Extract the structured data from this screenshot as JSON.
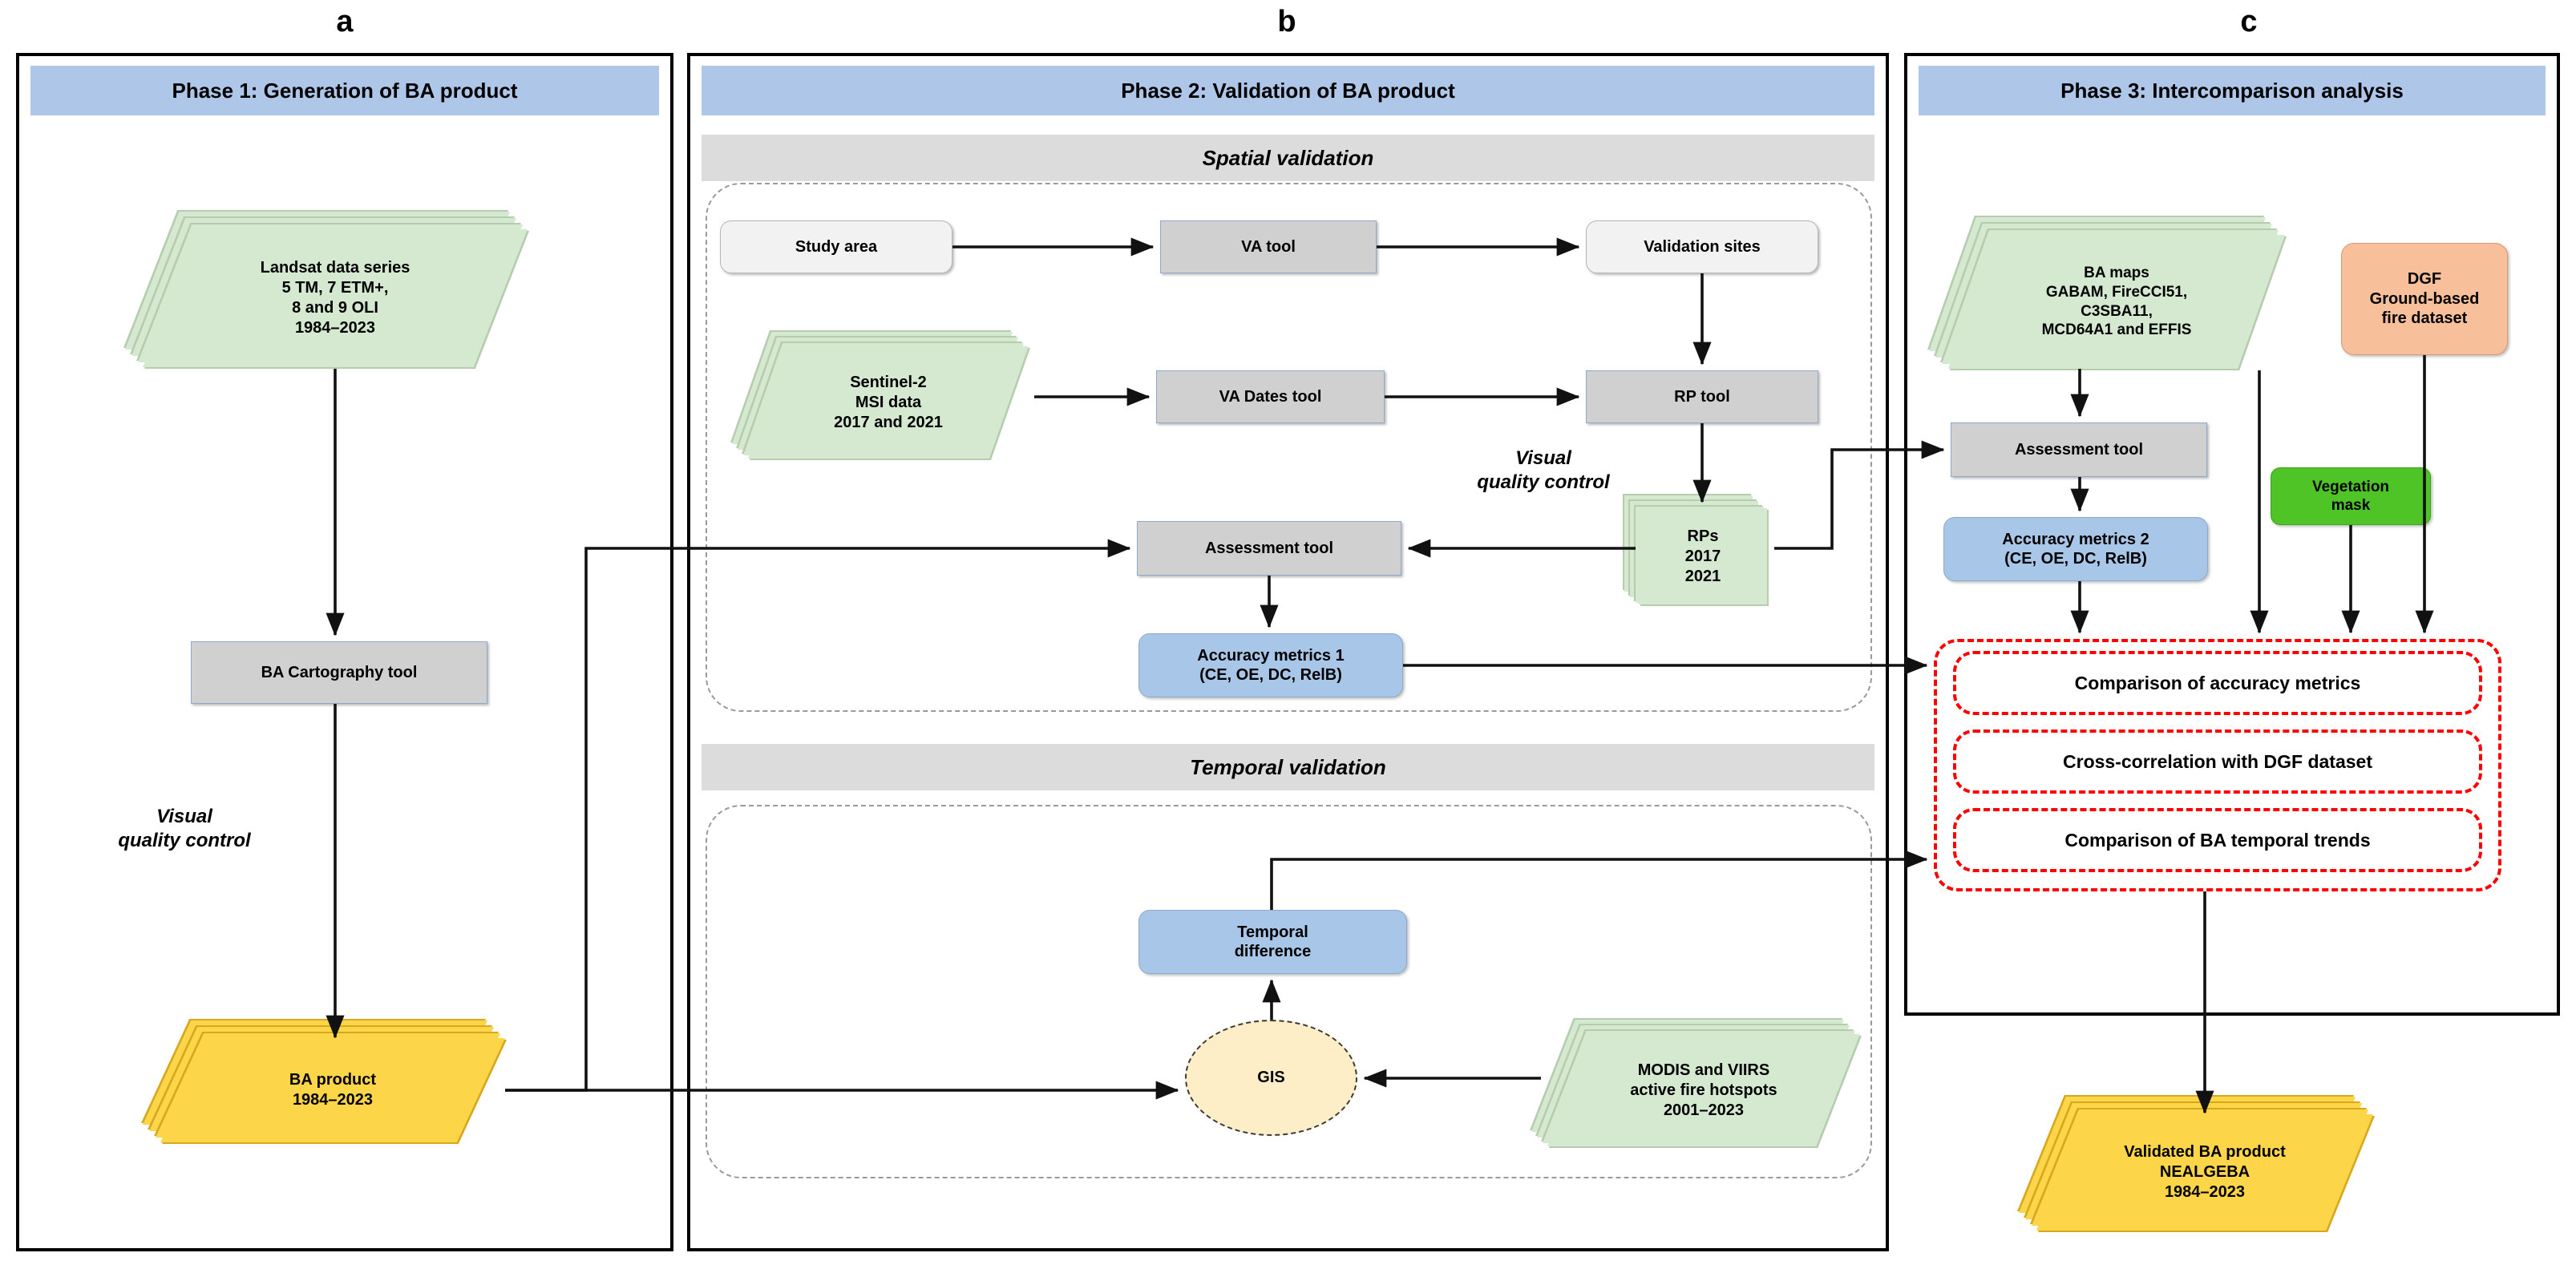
{
  "panels": {
    "a": {
      "letter": "a",
      "title": "Phase 1: Generation of BA product",
      "nodes": {
        "landsat": "Landsat data series\n5 TM, 7 ETM+,\n8 and 9 OLI\n1984–2023",
        "ba_cartography_tool": "BA Cartography tool",
        "visual_quality_control": "Visual\nquality control",
        "ba_product": "BA product\n1984–2023"
      }
    },
    "b": {
      "letter": "b",
      "title": "Phase 2: Validation of BA product",
      "spatial_header": "Spatial validation",
      "temporal_header": "Temporal validation",
      "nodes": {
        "study_area": "Study area",
        "va_tool": "VA tool",
        "validation_sites": "Validation sites",
        "sentinel2": "Sentinel-2\nMSI data\n2017 and 2021",
        "va_dates_tool": "VA Dates tool",
        "rp_tool": "RP tool",
        "visual_quality_control": "Visual\nquality control",
        "rps": "RPs\n2017\n2021",
        "assessment_tool": "Assessment tool",
        "accuracy_metrics_1": "Accuracy metrics 1\n(CE, OE, DC, RelB)",
        "temporal_difference": "Temporal\ndifference",
        "gis": "GIS",
        "modis_viirs": "MODIS and VIIRS\nactive fire hotspots\n2001–2023"
      }
    },
    "c": {
      "letter": "c",
      "title": "Phase 3: Intercomparison analysis",
      "nodes": {
        "ba_maps": "BA maps\nGABAM, FireCCI51,\nC3SBA11,\nMCD64A1 and EFFIS",
        "dgf": "DGF\nGround-based\nfire dataset",
        "assessment_tool": "Assessment tool",
        "vegetation_mask": "Vegetation\nmask",
        "accuracy_metrics_2": "Accuracy metrics 2\n(CE, OE, DC, RelB)",
        "comparison_accuracy": "Comparison of accuracy metrics",
        "cross_correlation": "Cross-correlation with DGF dataset",
        "comparison_trends": "Comparison of BA temporal trends"
      }
    },
    "output": {
      "validated_product": "Validated BA product\nNEALGEBA\n1984–2023"
    }
  },
  "colors": {
    "phase_header": "#aec6e8",
    "sub_header": "#dcdcdc",
    "tool_box": "#d0d0d0",
    "metric_box": "#a8c6e8",
    "data_sheet": "#d5e8d0",
    "product_sheet": "#fcd549",
    "dgf_box": "#f8c09a",
    "vegetation_box": "#4fc426",
    "gis_ellipse": "#fdeec8",
    "comparison_outline": "#ff0000"
  }
}
